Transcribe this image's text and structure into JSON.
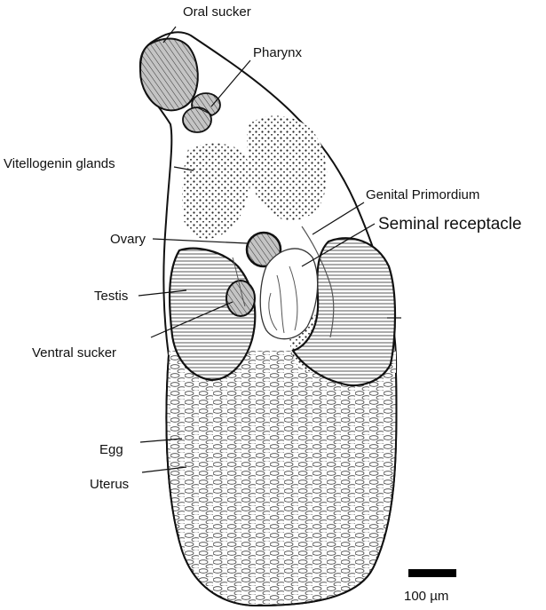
{
  "labels": {
    "oral_sucker": "Oral sucker",
    "pharynx": "Pharynx",
    "vitellogenin_glands": "Vitellogenin glands",
    "genital_primordium": "Genital Primordium",
    "seminal_receptacle": "Seminal receptacle",
    "ovary": "Ovary",
    "testis": "Testis",
    "ventral_sucker": "Ventral sucker",
    "egg": "Egg",
    "uterus": "Uterus"
  },
  "scale_bar": {
    "label": "100 µm"
  },
  "colors": {
    "ink": "#111111",
    "organ_fill": "#b9b9b9",
    "background": "#ffffff"
  }
}
